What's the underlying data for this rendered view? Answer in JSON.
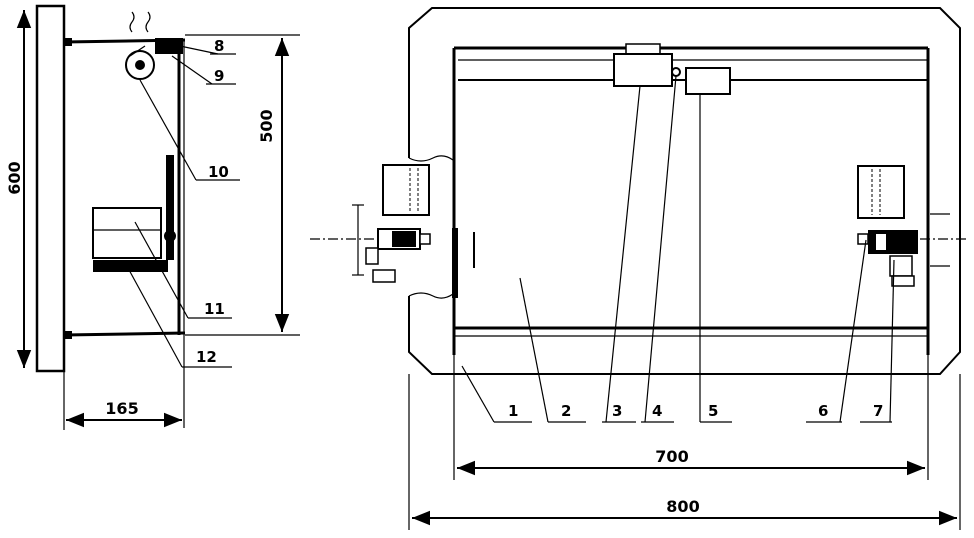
{
  "side_view": {
    "height_overall": "600",
    "height_inner": "500",
    "depth": "165",
    "callouts": [
      "8",
      "9",
      "10",
      "11",
      "12"
    ]
  },
  "front_view": {
    "width_inner": "700",
    "width_overall": "800",
    "callouts": [
      "1",
      "2",
      "3",
      "4",
      "5",
      "6",
      "7"
    ]
  }
}
